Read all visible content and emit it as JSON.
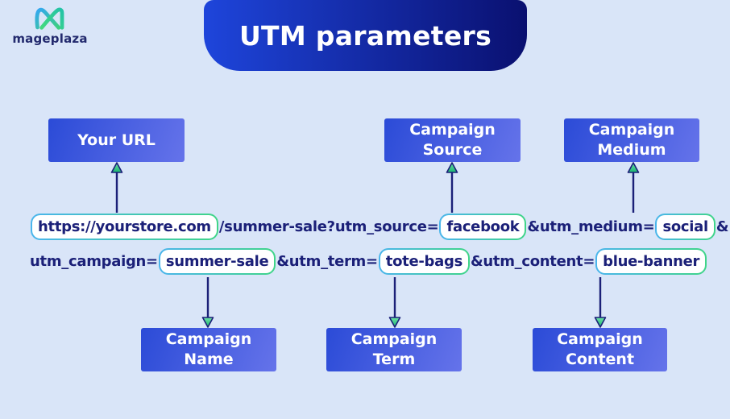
{
  "logo": {
    "brand": "mageplaza"
  },
  "header": {
    "title": "UTM parameters"
  },
  "colors": {
    "background": "#d9e5f8",
    "navy_text": "#1b2078",
    "banner_gradient_start": "#1e45db",
    "banner_gradient_end": "#0a1070",
    "box_gradient_start": "#2b4bd7",
    "box_gradient_end": "#6573ea",
    "pill_border_start": "#4ab5ec",
    "pill_border_end": "#3fd588",
    "arrowhead_fill_start": "#6fe3a4",
    "arrowhead_fill_end": "#18b270",
    "logo_blue": "#33a7f2",
    "logo_green": "#3fd07e"
  },
  "top_labels": [
    {
      "line1": "Your URL",
      "line2": ""
    },
    {
      "line1": "Campaign",
      "line2": "Source"
    },
    {
      "line1": "Campaign",
      "line2": "Medium"
    }
  ],
  "bottom_labels": [
    {
      "line1": "Campaign",
      "line2": "Name"
    },
    {
      "line1": "Campaign",
      "line2": "Term"
    },
    {
      "line1": "Campaign",
      "line2": "Content"
    }
  ],
  "url": {
    "line1": [
      {
        "text": "https://yourstore.com",
        "highlight": true
      },
      {
        "text": "/summer-sale?utm_source=",
        "highlight": false
      },
      {
        "text": "facebook",
        "highlight": true
      },
      {
        "text": "&utm_medium=",
        "highlight": false
      },
      {
        "text": "social",
        "highlight": true
      },
      {
        "text": "&",
        "highlight": false
      }
    ],
    "line2": [
      {
        "text": "utm_campaign=",
        "highlight": false
      },
      {
        "text": "summer-sale",
        "highlight": true
      },
      {
        "text": "&utm_term=",
        "highlight": false
      },
      {
        "text": "tote-bags",
        "highlight": true
      },
      {
        "text": "&utm_content=",
        "highlight": false
      },
      {
        "text": "blue-banner",
        "highlight": true
      }
    ]
  }
}
